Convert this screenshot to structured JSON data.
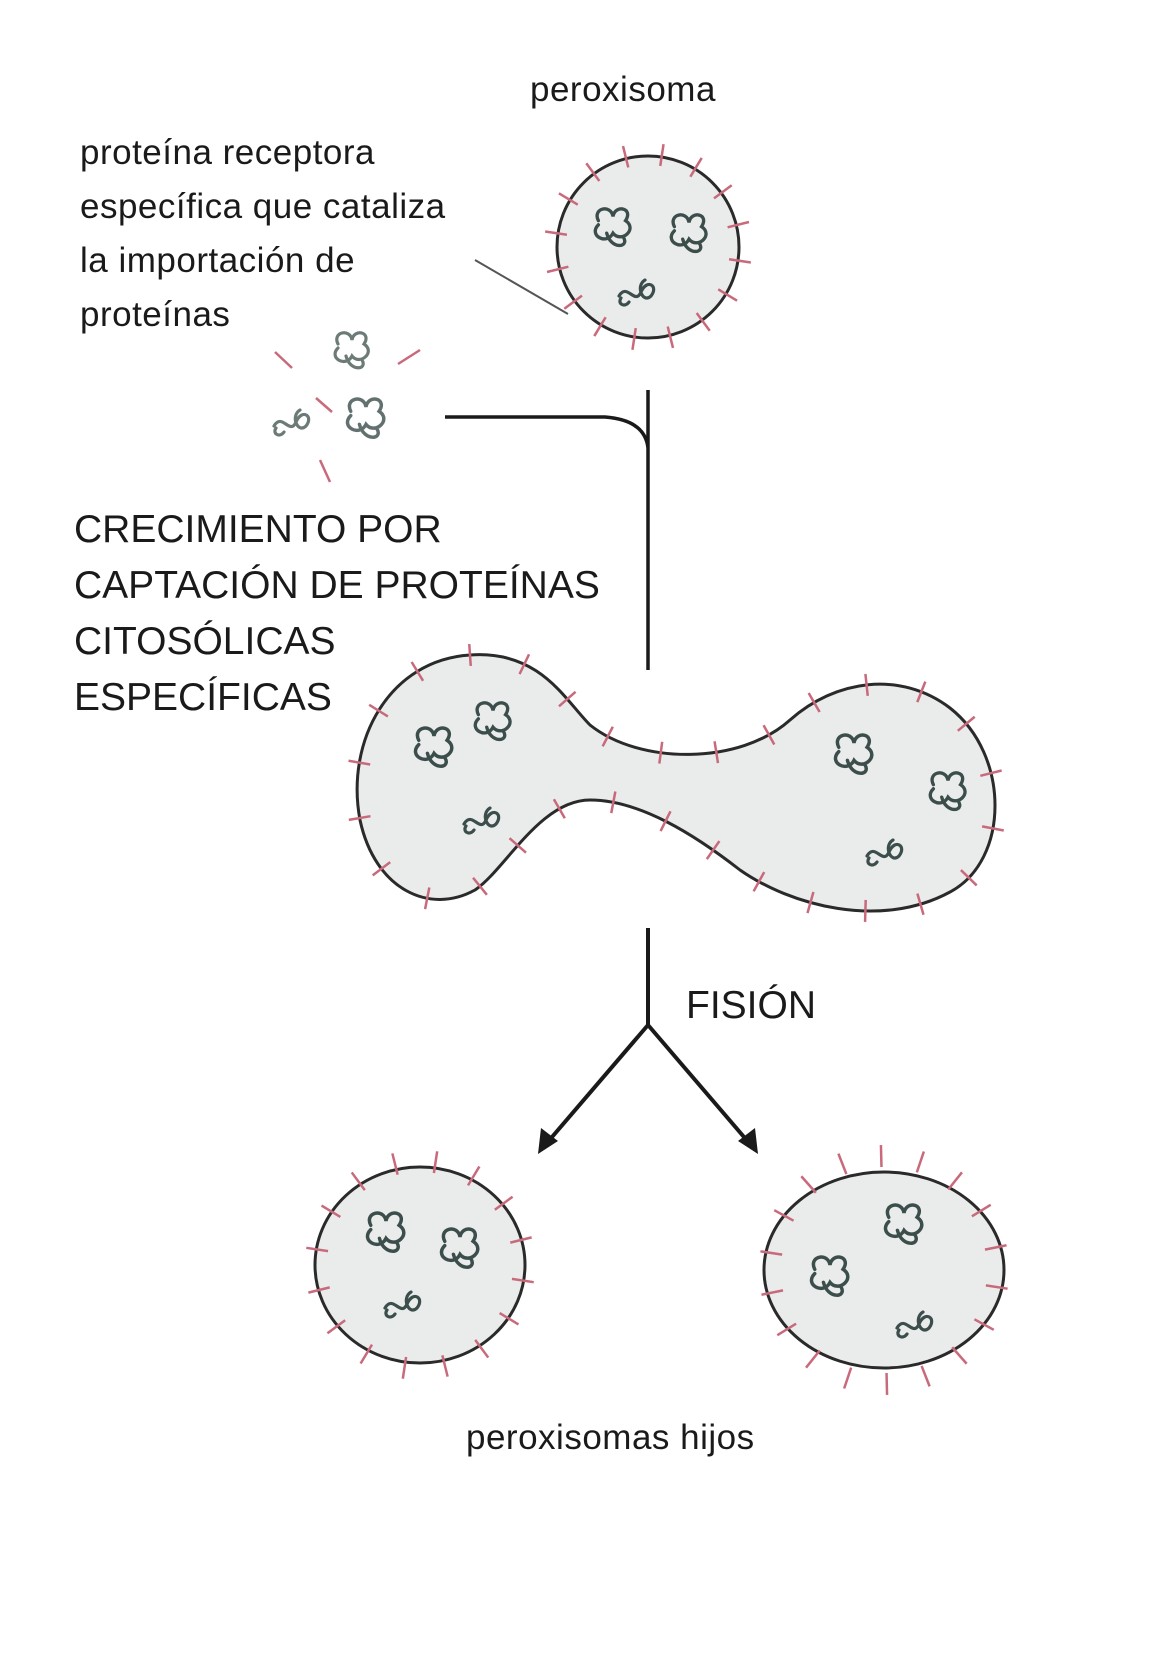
{
  "labels": {
    "peroxisome": "peroxisoma",
    "receptor_lines": [
      "proteína receptora",
      "específica que cataliza",
      "la importación de",
      "proteínas"
    ],
    "growth_lines": [
      "CRECIMIENTO POR",
      "CAPTACIÓN DE PROTEÍNAS",
      "CITOSÓLICAS",
      "ESPECÍFICAS"
    ],
    "fission": "FISIÓN",
    "daughters": "peroxisomas hijos"
  },
  "colors": {
    "membrane_fill": "#e9ecea",
    "outline": "#2a2a2a",
    "receptor": "#c86a7c",
    "protein": "#3c4e4c"
  }
}
